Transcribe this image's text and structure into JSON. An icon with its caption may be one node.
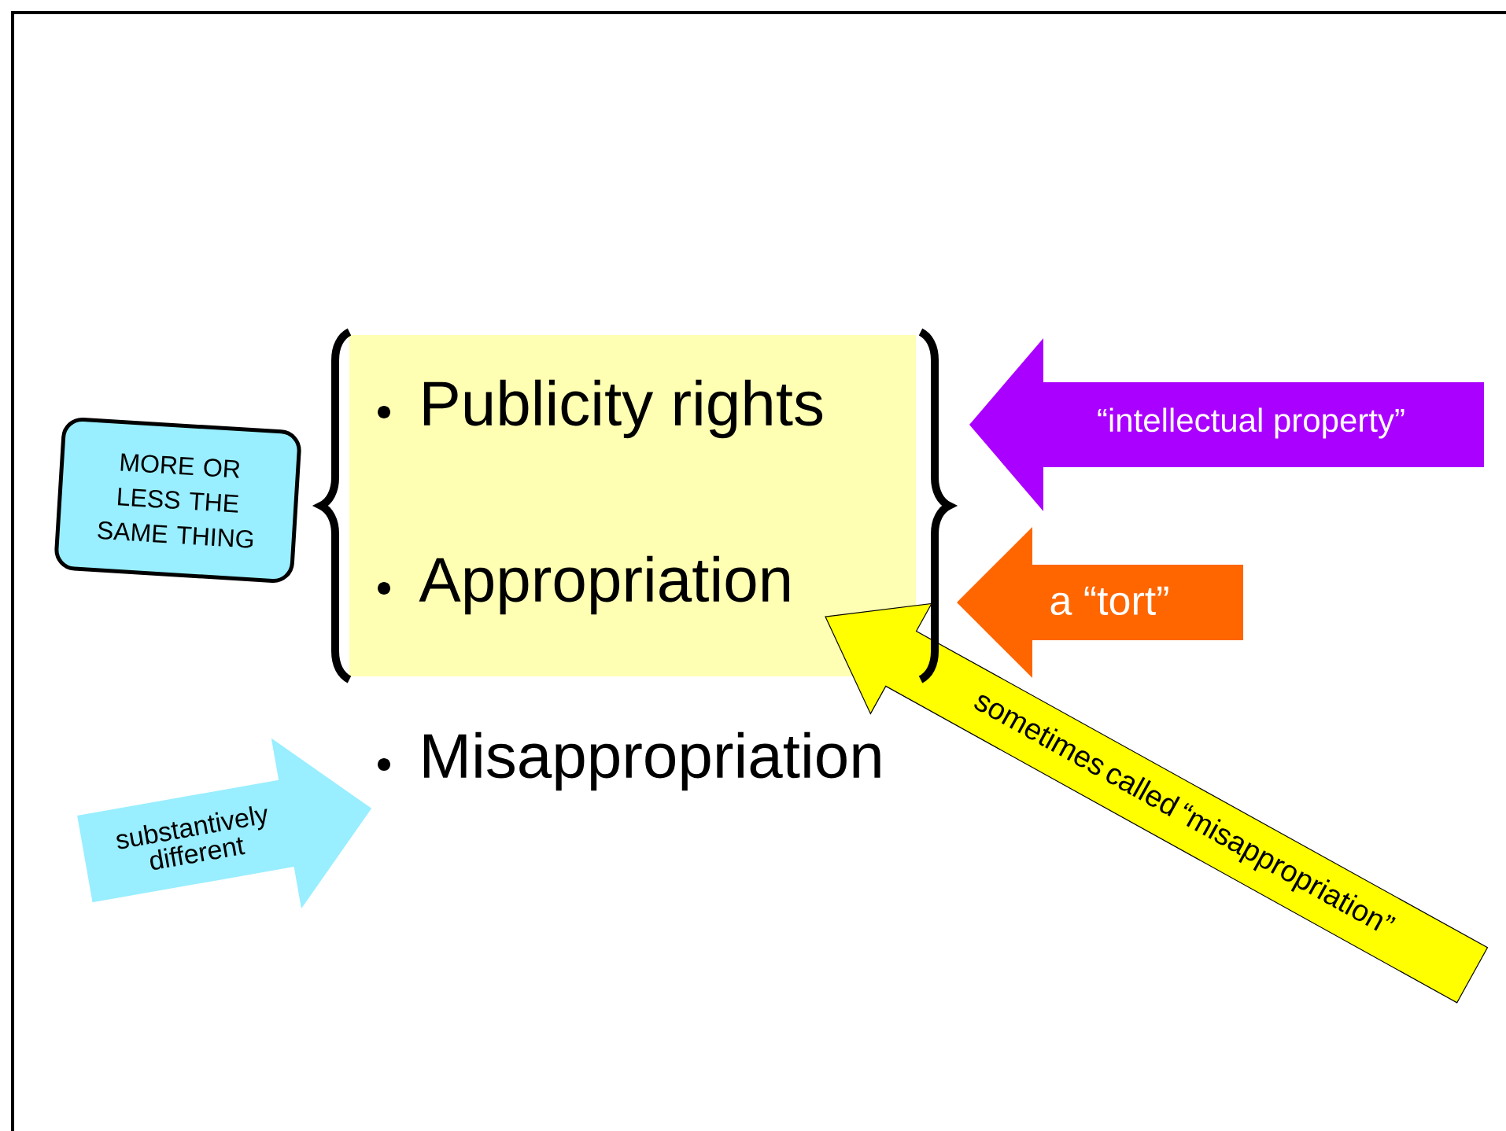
{
  "diagram": {
    "nodes": [
      {
        "text": [
          "Publicity rights",
          "Appropriation"
        ]
      },
      {
        "text": [
          "MORE OR LESS THE SAME THING"
        ]
      },
      {
        "text": [
          "“intellectual property”"
        ]
      },
      {
        "text": [
          "a “tort”"
        ]
      },
      {
        "text": [
          "sometimes called “misappropriation”"
        ]
      },
      {
        "text": [
          "substantively different"
        ]
      }
    ],
    "labels": [
      "Misappropriation"
    ]
  }
}
